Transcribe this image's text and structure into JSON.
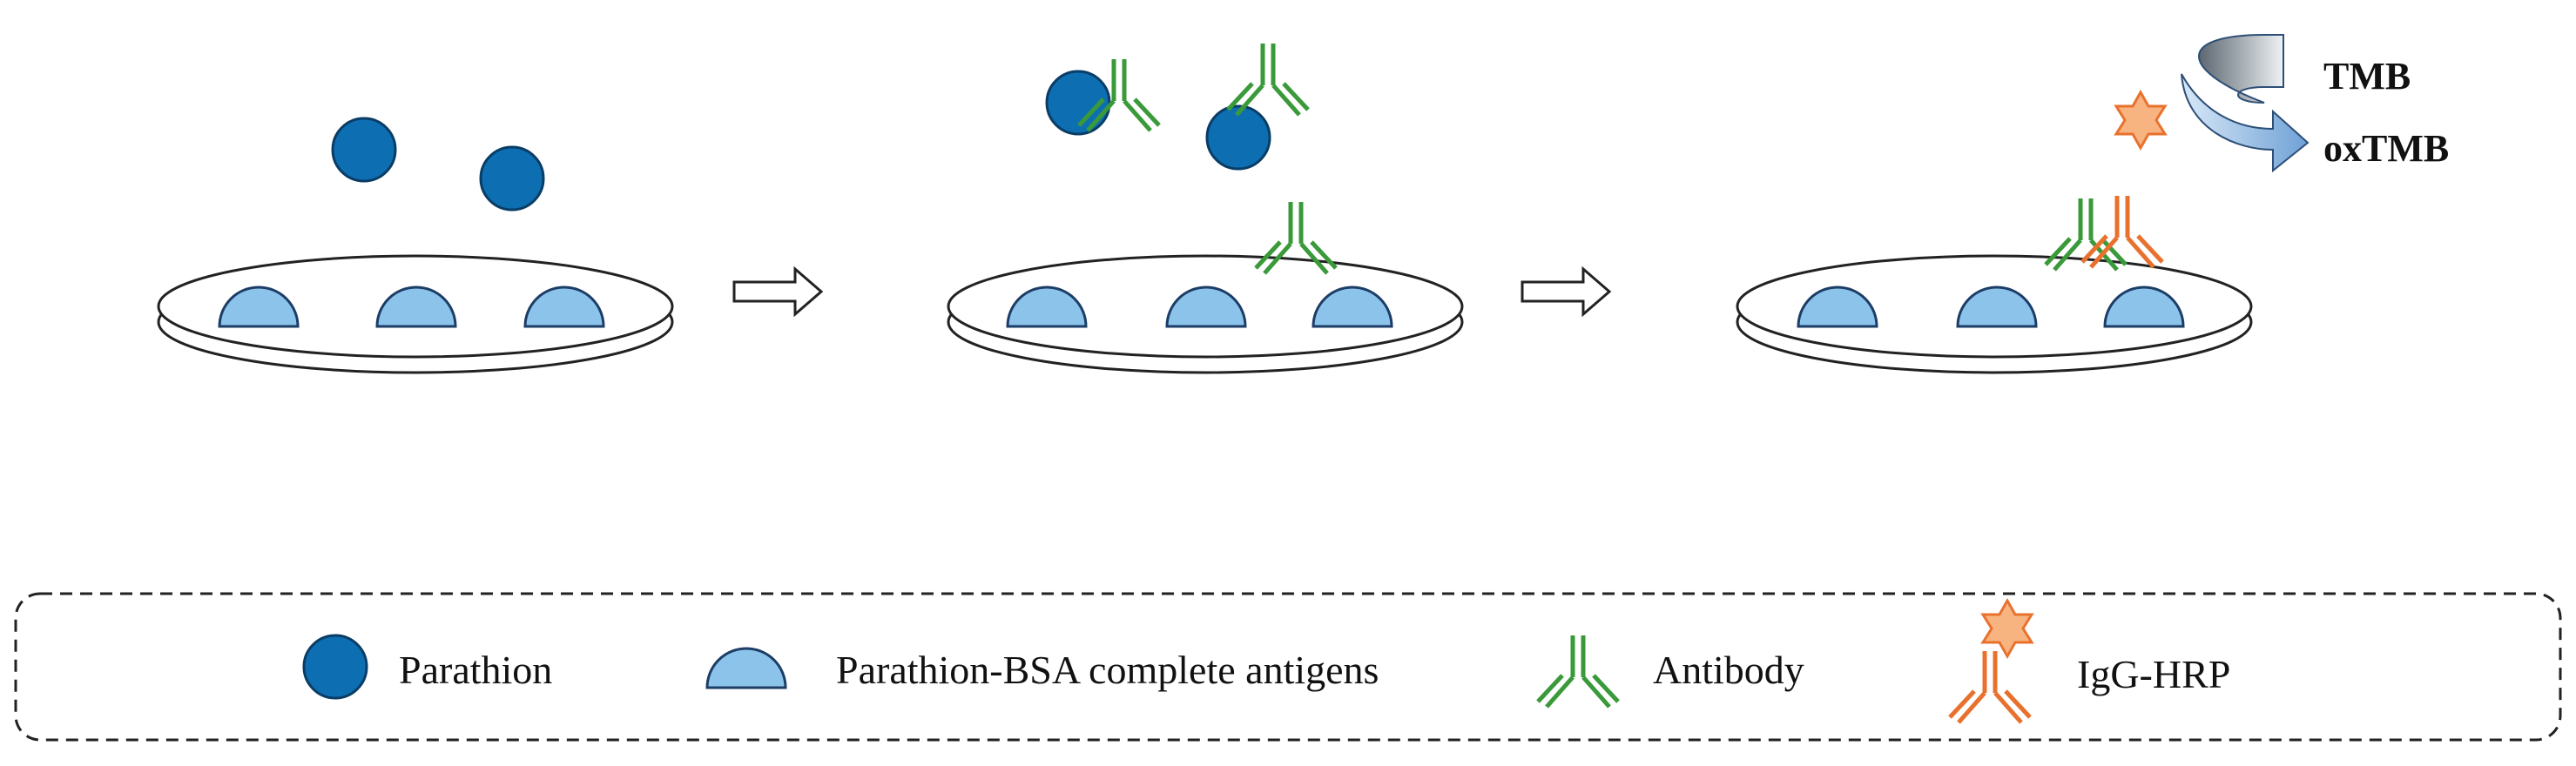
{
  "colors": {
    "parathion": "#0d6eb2",
    "parathion_stroke": "#0a3d66",
    "antigen": "#8cc3ea",
    "antigen_stroke": "#1c3d66",
    "antibody": "#3a9a3a",
    "antibody_light": "#7ccd6a",
    "igg": "#e8712e",
    "igg_light": "#f5a868",
    "star": "#f8b480",
    "star_stroke": "#e8712e",
    "plate_stroke": "#222222",
    "arrow_dark": "#8a949c",
    "arrow_light": "#a9c9ea",
    "arrow_stroke": "#2d4e77"
  },
  "icons": {
    "parathion": "filled-circle",
    "antigen": "half-dome",
    "antibody": "y-shaped-antibody",
    "igg_hrp": "y-antibody-with-star"
  },
  "reaction": {
    "substrate": "TMB",
    "product": "oxTMB"
  },
  "legend": {
    "parathion": "Parathion",
    "antigen": "Parathion-BSA complete antigens",
    "antibody": "Antibody",
    "igg_hrp": "IgG-HRP"
  }
}
